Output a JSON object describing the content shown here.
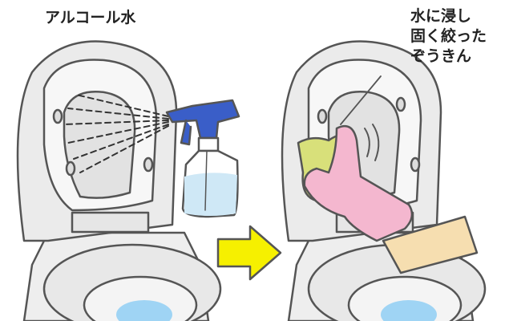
{
  "labels": {
    "left": "アルコール水",
    "right_lines": [
      "水に浸し",
      "固く絞った",
      "ぞうきん"
    ]
  },
  "colors": {
    "outline": "#555555",
    "toilet_gray": "#e6e6e6",
    "spray_blue": "#3a5ec8",
    "bottle_liquid": "#cfe8f6",
    "arrow_yellow": "#f6f000",
    "glove_pink": "#f4b7cf",
    "cloth_green": "#d8e07a",
    "handle_wood": "#f6deb0",
    "water_blue": "#9fd4f4"
  },
  "icons": [
    "toilet-left",
    "spray-bottle",
    "next-arrow",
    "toilet-right",
    "gloved-hand-with-cloth"
  ]
}
